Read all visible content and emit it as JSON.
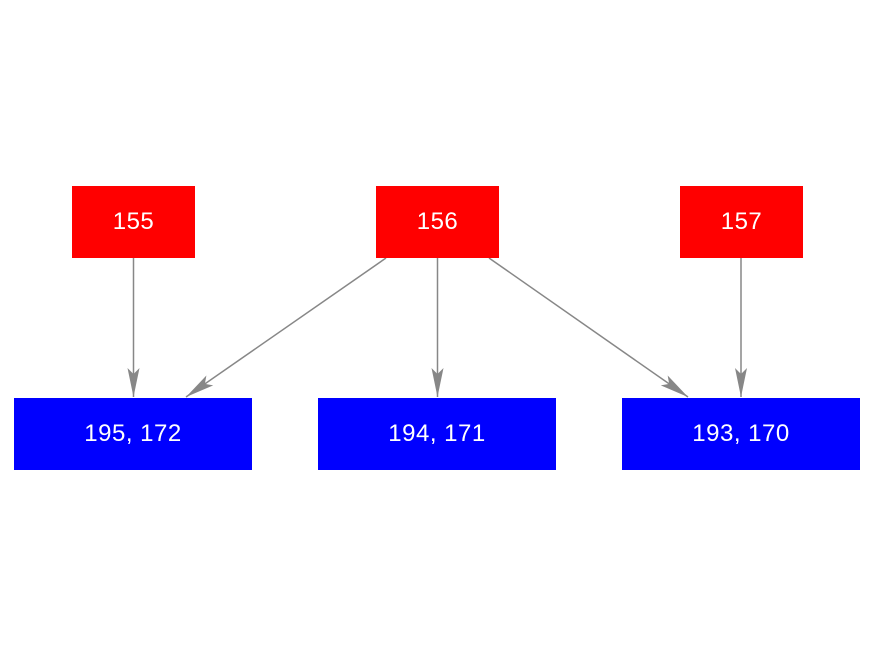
{
  "colors": {
    "source_fill": "#ff0000",
    "target_fill": "#0000ff",
    "edge": "#878787",
    "node_text": "#ffffff",
    "background": "#ffffff"
  },
  "diagram": {
    "sources": [
      {
        "label": "155"
      },
      {
        "label": "156"
      },
      {
        "label": "157"
      }
    ],
    "targets": [
      {
        "label": "195, 172"
      },
      {
        "label": "194, 171"
      },
      {
        "label": "193, 170"
      }
    ],
    "edges": [
      {
        "from": "155",
        "to": "195, 172"
      },
      {
        "from": "156",
        "to": "195, 172"
      },
      {
        "from": "156",
        "to": "194, 171"
      },
      {
        "from": "156",
        "to": "193, 170"
      },
      {
        "from": "157",
        "to": "193, 170"
      }
    ]
  }
}
